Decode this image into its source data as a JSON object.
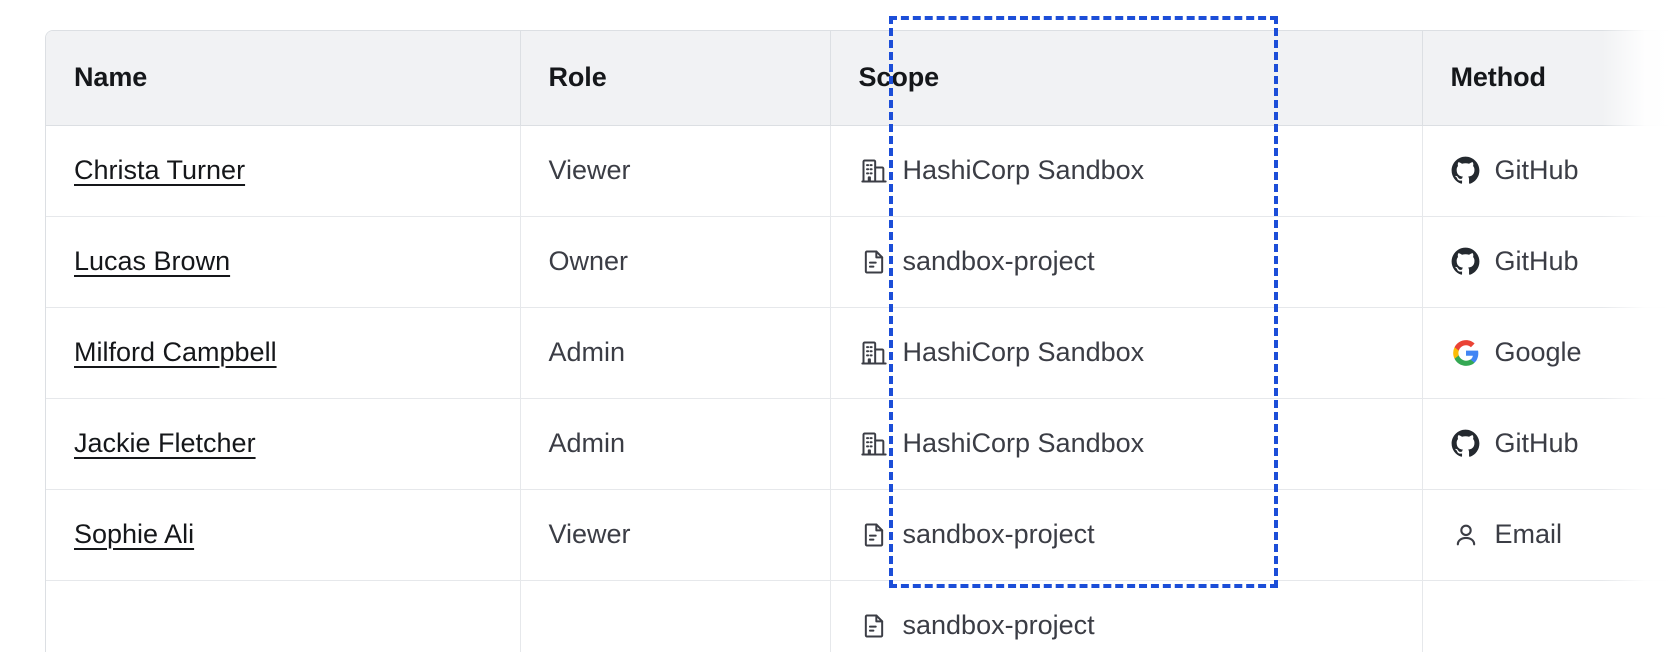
{
  "table": {
    "columns": [
      {
        "key": "name",
        "label": "Name"
      },
      {
        "key": "role",
        "label": "Role"
      },
      {
        "key": "scope",
        "label": "Scope"
      },
      {
        "key": "method",
        "label": "Method"
      }
    ],
    "rows": [
      {
        "name": "Christa Turner",
        "role": "Viewer",
        "scope": "HashiCorp Sandbox",
        "scope_icon": "organization-building-icon",
        "method": "GitHub",
        "method_icon": "github-icon"
      },
      {
        "name": "Lucas Brown",
        "role": "Owner",
        "scope": "sandbox-project",
        "scope_icon": "project-document-icon",
        "method": "GitHub",
        "method_icon": "github-icon"
      },
      {
        "name": "Milford Campbell",
        "role": "Admin",
        "scope": "HashiCorp Sandbox",
        "scope_icon": "organization-building-icon",
        "method": "Google",
        "method_icon": "google-icon"
      },
      {
        "name": "Jackie Fletcher",
        "role": "Admin",
        "scope": "HashiCorp Sandbox",
        "scope_icon": "organization-building-icon",
        "method": "GitHub",
        "method_icon": "github-icon"
      },
      {
        "name": "Sophie Ali",
        "role": "Viewer",
        "scope": "sandbox-project",
        "scope_icon": "project-document-icon",
        "method": "Email",
        "method_icon": "user-person-icon"
      },
      {
        "name": "",
        "role": "",
        "scope": "sandbox-project",
        "scope_icon": "project-document-icon",
        "method": "",
        "method_icon": ""
      }
    ]
  },
  "highlight": {
    "target_column": "Scope",
    "style": "dashed",
    "color": "#1c4ed8"
  },
  "colors": {
    "header_background": "#f1f2f4",
    "border": "#dcdfe3",
    "row_border": "#e6e8eb",
    "header_text": "#15171a",
    "body_text": "#3b3d45",
    "link_text": "#15171a",
    "highlight": "#1c4ed8",
    "github": "#24292f",
    "icon": "#3b3d45"
  }
}
